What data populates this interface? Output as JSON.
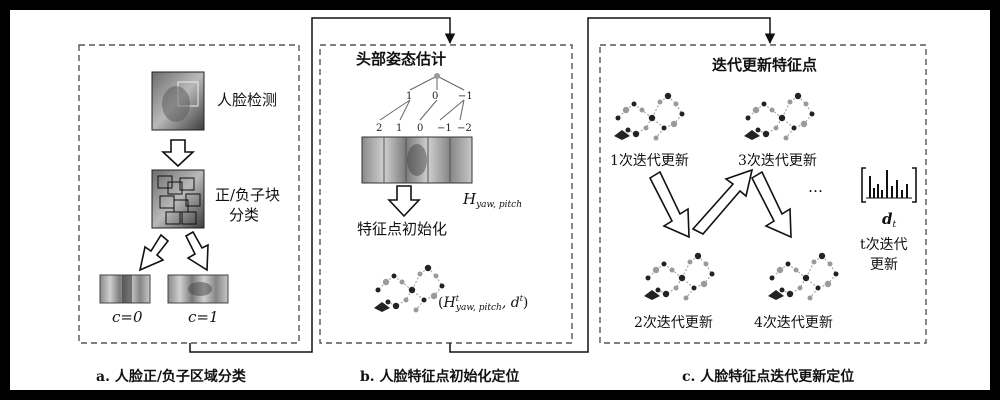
{
  "panel_a": {
    "face_detection": "人脸检测",
    "patch_class_line1": "正/负子块",
    "patch_class_line2": "分类",
    "c0": "c=0",
    "c1": "c=1",
    "caption": "a. 人脸正/负子区域分类"
  },
  "panel_b": {
    "head_pose": "头部姿态估计",
    "tree_level1": [
      "1",
      "0",
      "−1"
    ],
    "tree_level2": [
      "2",
      "1",
      "0",
      "−1",
      "−2"
    ],
    "h_main": "H",
    "h_sub": "yaw, pitch",
    "feature_init": "特征点初始化",
    "init_paren_open": "(",
    "init_h": "H",
    "init_sup": "t",
    "init_sub": "yaw, pitch",
    "init_comma": ", d",
    "init_d_sup": "t",
    "init_paren_close": ")",
    "caption": "b. 人脸特征点初始化定位"
  },
  "panel_c": {
    "title": "迭代更新特征点",
    "iter1": "1次迭代更新",
    "iter2": "2次迭代更新",
    "iter3": "3次迭代更新",
    "iter4": "4次迭代更新",
    "ellipsis": "…",
    "d_main": "d",
    "d_sub": "t",
    "t_iter_line1": "t次迭代",
    "t_iter_line2": "更新",
    "caption": "c. 人脸特征点迭代更新定位"
  },
  "colors": {
    "frame": "#000000",
    "background": "#ffffff",
    "dashed_box": "#555555",
    "arrow": "#111111",
    "node_dark": "#222222",
    "node_gray": "#9a9a9a"
  }
}
